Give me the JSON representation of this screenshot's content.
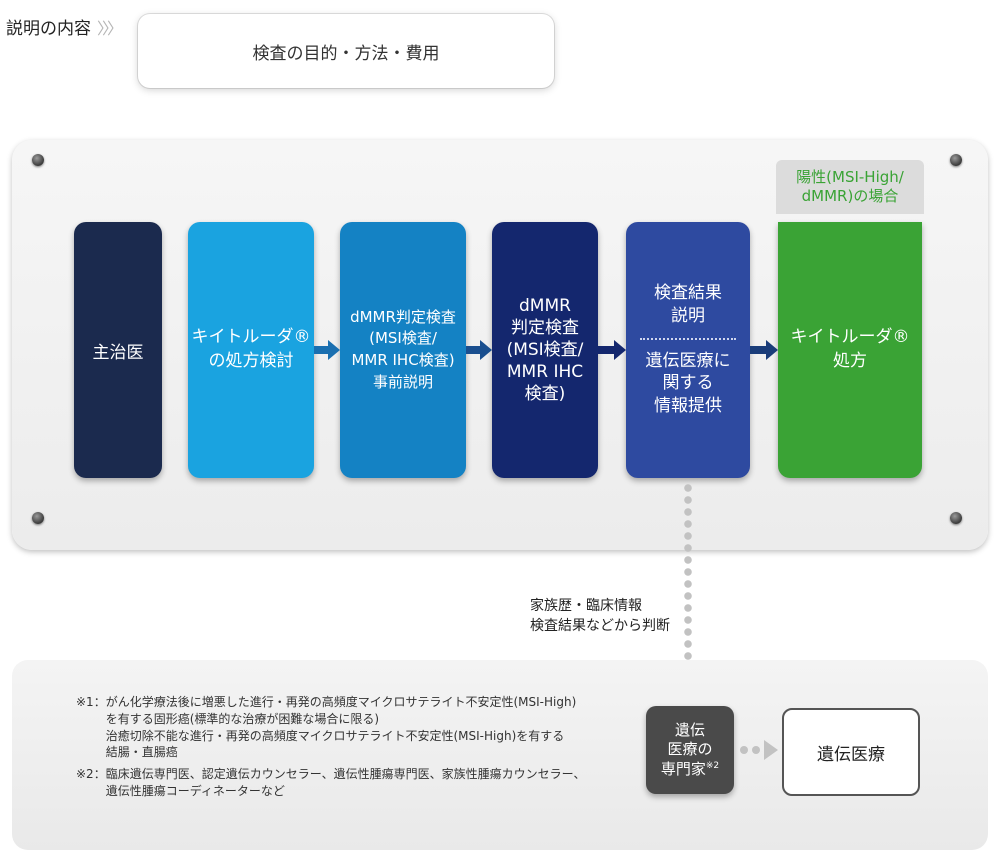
{
  "header": {
    "label": "説明の内容",
    "chevrons": "》",
    "topic": "検査の目的・方法・費用"
  },
  "flow": {
    "steps": [
      {
        "text": "主治医",
        "color": "#1b2a4e"
      },
      {
        "text": "キイトルーダ®\nの処方検討",
        "color": "#1aa3e0"
      },
      {
        "text": "dMMR判定検査\n(MSI検査/\nMMR IHC検査)\n事前説明",
        "color": "#1482c4"
      },
      {
        "text": "dMMR\n判定検査\n(MSI検査/\nMMR IHC\n検査)",
        "color": "#14276e"
      },
      {
        "text_top": "検査結果\n説明",
        "text_bottom": "遺伝医療に\n関する\n情報提供",
        "color": "#2e4aa0"
      },
      {
        "text": "キイトルーダ®\n処方",
        "color": "#3aa335"
      }
    ],
    "positive_label": "陽性(MSI-High/\ndMMR)の場合"
  },
  "side_note": "家族歴・臨床情報\n検査結果などから判断",
  "expert": {
    "text": "遺伝\n医療の\n専門家",
    "sup": "※2",
    "color": "#4a4a4a"
  },
  "genetic_care": "遺伝医療",
  "notes": [
    {
      "mark": "※1：",
      "text": "がん化学療法後に増悪した進行・再発の高頻度マイクロサテライト不安定性(MSI-High)\nを有する固形癌(標準的な治療が困難な場合に限る)\n治癒切除不能な進行・再発の高頻度マイクロサテライト不安定性(MSI-High)を有する\n結腸・直腸癌"
    },
    {
      "mark": "※2：",
      "text": "臨床遺伝専門医、認定遺伝カウンセラー、遺伝性腫瘍専門医、家族性腫瘍カウンセラー、\n遺伝性腫瘍コーディネーターなど"
    }
  ],
  "colors": {
    "arrow": "#1a3d7a",
    "dotted": "#c2c2c2"
  }
}
